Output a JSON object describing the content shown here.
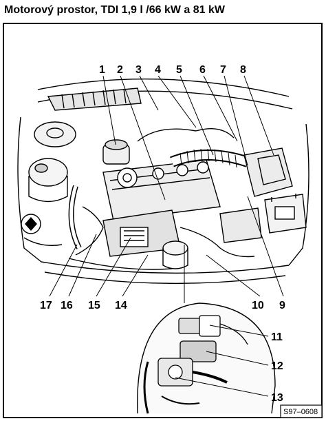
{
  "title": "Motorový prostor, TDI 1,9 l /66 kW a 81 kW",
  "figure_code": "S97–0608",
  "callouts": [
    {
      "label": "1"
    },
    {
      "label": "2"
    },
    {
      "label": "3"
    },
    {
      "label": "4"
    },
    {
      "label": "5"
    },
    {
      "label": "6"
    },
    {
      "label": "7"
    },
    {
      "label": "8"
    },
    {
      "label": "9"
    },
    {
      "label": "10"
    },
    {
      "label": "11"
    },
    {
      "label": "12"
    },
    {
      "label": "13"
    },
    {
      "label": "14"
    },
    {
      "label": "15"
    },
    {
      "label": "16"
    },
    {
      "label": "17"
    }
  ],
  "colors": {
    "line": "#000000",
    "fill_light": "#ffffff",
    "fill_gray": "#d9d9d9",
    "fill_dark": "#555555"
  },
  "icons": {
    "battery_symbol": "battery-icon",
    "fan_symbol": "fan-icon"
  }
}
